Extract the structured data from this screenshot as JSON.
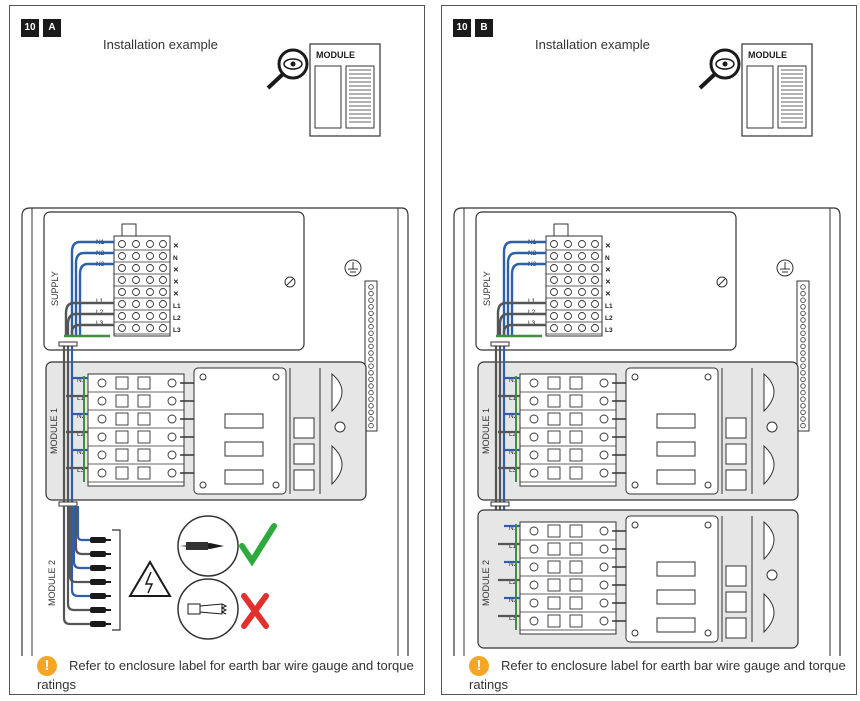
{
  "panels": [
    {
      "badge_number": "10",
      "badge_letter": "A",
      "title": "Installation example",
      "module_card_label": "MODULE",
      "supply_label": "SUPPLY",
      "module1_label": "MODULE 1",
      "module2_label": "MODULE 2",
      "terminal_left_labels": [
        "N1",
        "N2",
        "N3",
        "L1",
        "L2",
        "L3"
      ],
      "terminal_right_labels": [
        "✕",
        "N",
        "✕",
        "✕",
        "✕",
        "L1",
        "L2",
        "L3"
      ],
      "breaker_labels": [
        "N1",
        "L1",
        "N2",
        "L2",
        "N3",
        "L3"
      ],
      "note": "Refer to enclosure label for earth bar wire gauge and torque ratings"
    },
    {
      "badge_number": "10",
      "badge_letter": "B",
      "title": "Installation example",
      "module_card_label": "MODULE",
      "supply_label": "SUPPLY",
      "module1_label": "MODULE 1",
      "module2_label": "MODULE 2",
      "terminal_left_labels": [
        "N1",
        "N2",
        "N3",
        "L1",
        "L2",
        "L3"
      ],
      "terminal_right_labels": [
        "✕",
        "N",
        "✕",
        "✕",
        "✕",
        "L1",
        "L2",
        "L3"
      ],
      "breaker_labels": [
        "N1",
        "L1",
        "N2",
        "L2",
        "N3",
        "L3"
      ],
      "note": "Refer to enclosure label for earth bar wire gauge and torque ratings"
    }
  ],
  "icons": [
    "magnifier-eye-icon",
    "warning-icon",
    "check-icon",
    "cross-icon",
    "electric-hazard-icon",
    "earth-icon"
  ],
  "colors": {
    "wire_blue": "#2f5fa8",
    "wire_green": "#3f8f3f",
    "check_green": "#2eaa3c",
    "cross_red": "#e0312f",
    "warning_orange": "#f5a623"
  }
}
